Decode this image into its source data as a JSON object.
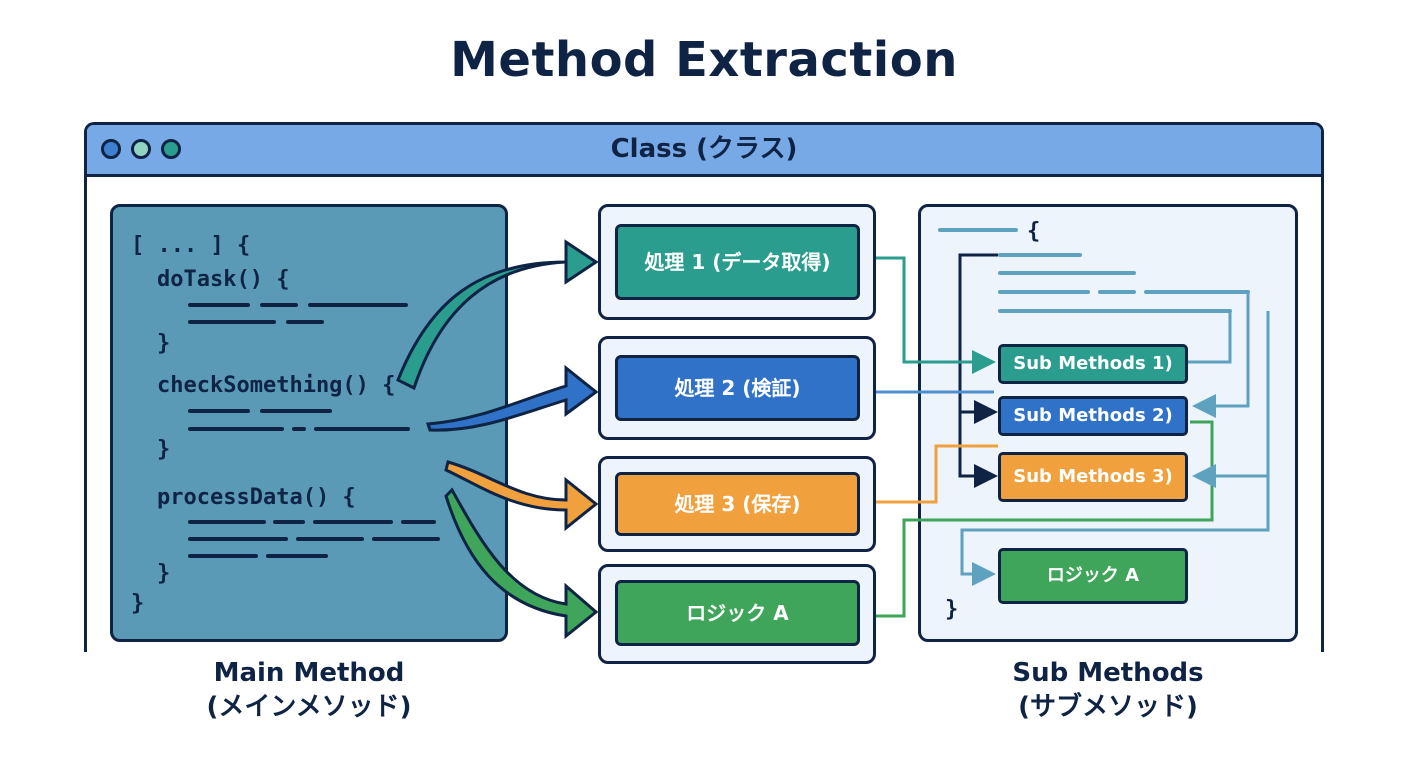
{
  "title": "Method Extraction",
  "window": {
    "title": "Class (クラス)",
    "dots": [
      {
        "name": "blue",
        "color": "#3f7fd0"
      },
      {
        "name": "mint",
        "color": "#8fd3c0"
      },
      {
        "name": "teal",
        "color": "#2a9d8f"
      }
    ]
  },
  "main_code": {
    "open": "[ ... ] {",
    "method1": "doTask() {",
    "method1_close": "}",
    "method2": "checkSomething() {",
    "method2_close": "}",
    "method3": "processData() {",
    "method3_close": "}",
    "close": "}"
  },
  "process_boxes": [
    {
      "label": "処理 1 (データ取得)",
      "color": "#2a9d8f"
    },
    {
      "label": "処理 2 (検証)",
      "color": "#2f72c8"
    },
    {
      "label": "処理 3 (保存)",
      "color": "#f0a03c"
    },
    {
      "label": "ロジック A",
      "color": "#3ea55a"
    }
  ],
  "sub_code": {
    "open": "{",
    "close": "}"
  },
  "sub_methods": [
    {
      "label": "Sub Methods 1)",
      "color": "#2a9d8f"
    },
    {
      "label": "Sub Methods 2)",
      "color": "#2f72c8"
    },
    {
      "label": "Sub Methods 3)",
      "color": "#f0a03c"
    },
    {
      "label": "ロジック A",
      "color": "#3ea55a"
    }
  ],
  "captions": {
    "main_line1": "Main Method",
    "main_line2": "(メインメソッド)",
    "sub_line1": "Sub Methods",
    "sub_line2": "(サブメソッド)"
  },
  "colors": {
    "ink": "#0f2345",
    "titlebar": "#77a9e6",
    "code_panel": "#5b9ab7",
    "panel_bg": "#eef4fc",
    "connector": "#5fa2c0"
  }
}
